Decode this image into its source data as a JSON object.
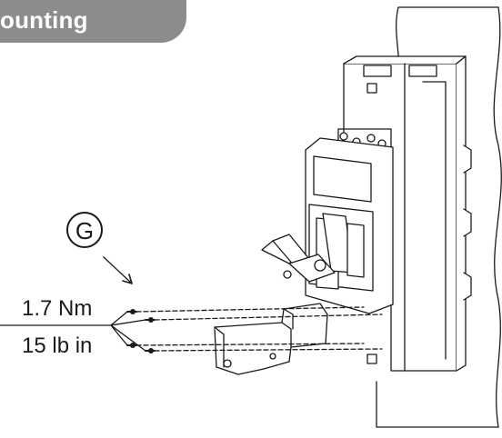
{
  "header": {
    "title": "ounting",
    "tab_color": "#8c8c8c"
  },
  "callout": {
    "letter": "G",
    "icon": "circled-letter-callout"
  },
  "torque": {
    "metric": "1.7 Nm",
    "imperial": "15 lb in"
  }
}
